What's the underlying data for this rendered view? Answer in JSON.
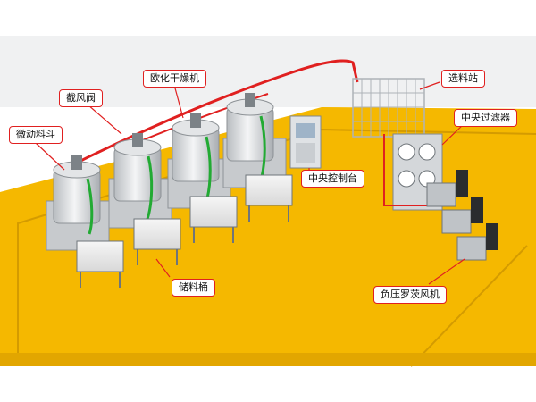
{
  "labels": {
    "micro_hopper": "微动料斗",
    "air_valve": "截风阀",
    "euro_dryer": "欧化干燥机",
    "material_station": "选料站",
    "central_filter": "中央过滤器",
    "central_console": "中央控制台",
    "storage_bin": "储料桶",
    "roots_blower": "负压罗茨风机"
  },
  "colors": {
    "floor": "#f5b800",
    "floor_shadow": "#c98f00",
    "pipe": "#e02020",
    "green_pipe": "#22aa33",
    "machine": "#d6d9dc",
    "frame": "#9aa0a6",
    "wall": "#e9ebed"
  }
}
